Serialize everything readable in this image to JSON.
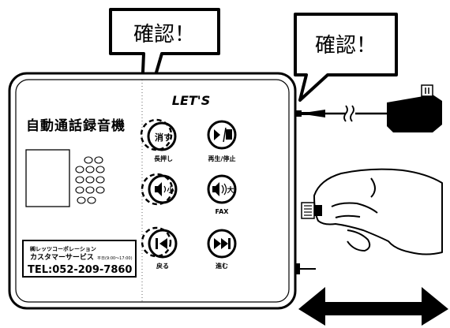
{
  "callouts": {
    "left": "確認！",
    "right": "確認！"
  },
  "device": {
    "brand": "LET'S",
    "title": "自動通話録音機",
    "buttons": {
      "delete_symbol": "消す",
      "delete_caption": "長押し",
      "play_caption": "再生/停止",
      "vol_down_symbol": "小",
      "vol_up_symbol": "大",
      "fax_caption": "FAX",
      "back_caption": "戻る",
      "forward_caption": "進む"
    },
    "label": {
      "company": "㈱レッツコーポレーション",
      "service": "カスタマーサービス",
      "hours": "平日(9:00～17:00)",
      "tel": "TEL:052-209-7860"
    }
  },
  "icons": [
    "speaker-grille-icon",
    "play-stop-icon",
    "speaker-volume-icon",
    "skip-back-icon",
    "skip-forward-icon",
    "power-adapter-icon",
    "hand-icon",
    "double-arrow-icon"
  ]
}
